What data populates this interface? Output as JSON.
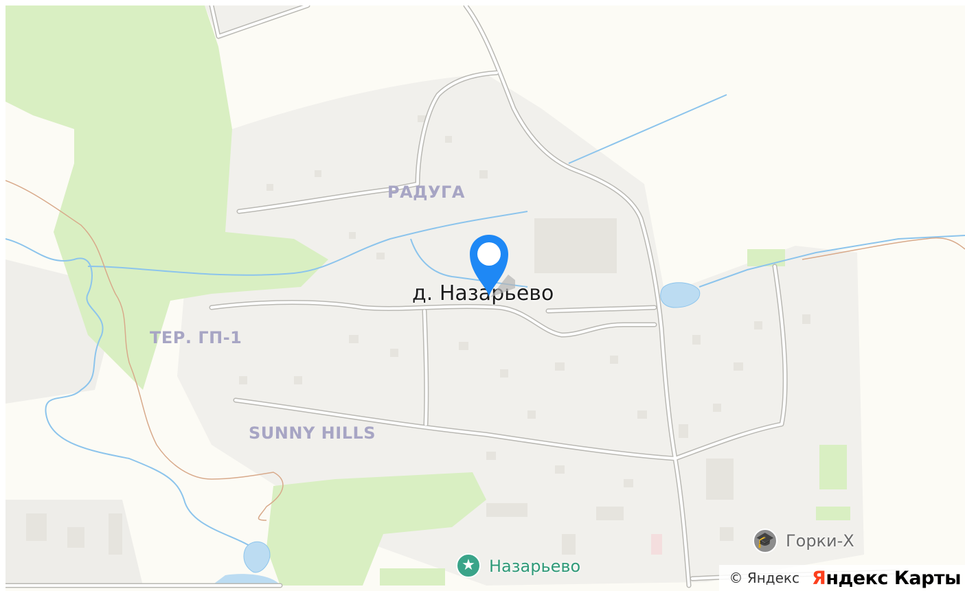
{
  "map": {
    "colors": {
      "background": "#fcfbf5",
      "forest": "#d9efc2",
      "residential": "#f1f0ec",
      "building": "#e6e4de",
      "road_casing": "#b9b8b3",
      "road_fill": "#ffffff",
      "water": "#bcdcf2",
      "waterway": "#8cc4ec",
      "boundary": "#d8a98a",
      "pin": "#1e88f5"
    },
    "labels": {
      "raduga": "РАДУГА",
      "ter_gp1": "ТЕР. ГП-1",
      "sunny_hills": "SUNNY HILLS",
      "village": "д. Назарьево"
    },
    "pois": {
      "nazarevo": {
        "label": "Назарьево",
        "icon": "star-icon"
      },
      "gorki_x": {
        "label": "Горки-Х",
        "icon": "graduation-cap-icon"
      }
    },
    "marker": {
      "icon": "location-pin-icon"
    },
    "attribution": {
      "copyright": "© Яндекс",
      "brand_first": "Я",
      "brand_rest": "ндекс Карты"
    }
  }
}
